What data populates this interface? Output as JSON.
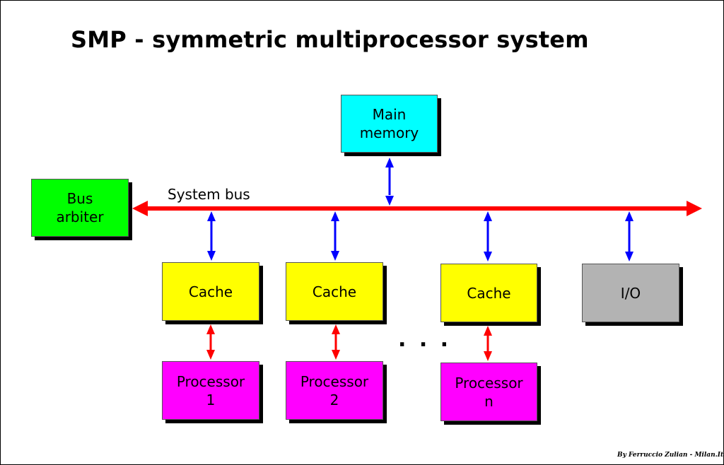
{
  "title": "SMP - symmetric multiprocessor system",
  "bus_label": "System bus",
  "ellipsis": ". . .",
  "credit": "By Ferruccio Zulian - Milan.Italy",
  "colors": {
    "memory": "#00ffff",
    "arbiter": "#00ff00",
    "cache": "#ffff00",
    "processor": "#ff00ff",
    "io": "#b3b3b3",
    "system_bus": "#ff0000",
    "bus_connection": "#0000ff",
    "cache_processor_link": "#ff0000"
  },
  "nodes": {
    "main_memory": "Main\nmemory",
    "bus_arbiter": "Bus\narbiter",
    "cache_1": "Cache",
    "cache_2": "Cache",
    "cache_n": "Cache",
    "io": "I/O",
    "processor_1": "Processor\n1",
    "processor_2": "Processor\n2",
    "processor_n": "Processor\nn"
  }
}
